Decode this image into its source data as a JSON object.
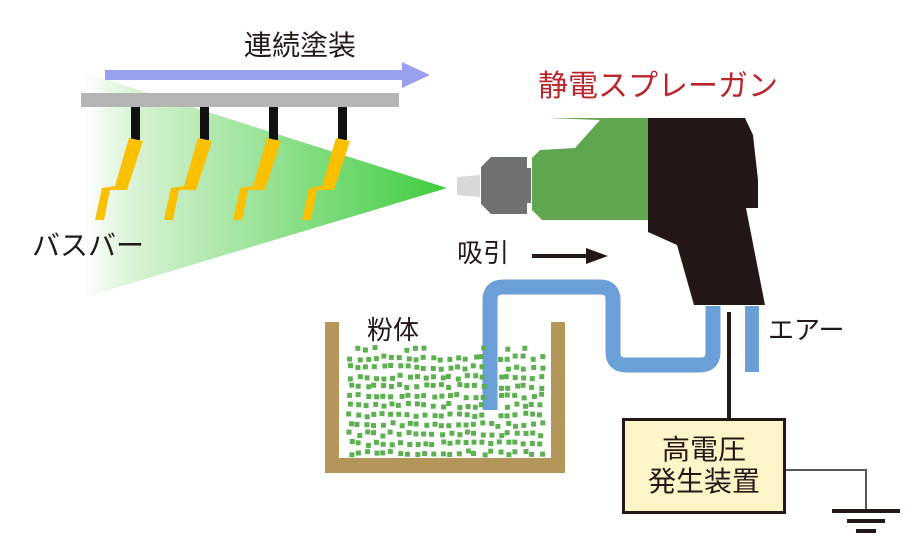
{
  "title": "静電スプレーガン",
  "labels": {
    "conveyor": "連続塗装",
    "busbar": "バスバー",
    "suction": "吸引",
    "powder": "粉体",
    "air": "エアー",
    "hv_generator_line1": "高電圧",
    "hv_generator_line2": "発生装置"
  },
  "colors": {
    "title": "#b8262c",
    "conveyor_arrow": "#9aa0f0",
    "rail": "#b4b4b4",
    "hanger_hook": "#fbc000",
    "spray_cone": "#3fcc3f",
    "gun_body": "#5fa64e",
    "gun_handle": "#231815",
    "nozzle": "#6e7275",
    "nozzle_tip": "#d6d8da",
    "hose": "#6a9fd8",
    "powder_particle": "#5cb050",
    "container": "#b4965a",
    "hv_box_fill": "#fff5c9"
  },
  "hangers_count": 4
}
